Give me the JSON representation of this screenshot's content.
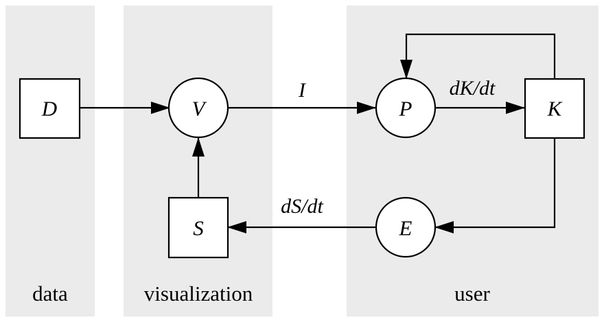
{
  "regions": {
    "data": {
      "label": "data"
    },
    "visualization": {
      "label": "visualization"
    },
    "user": {
      "label": "user"
    }
  },
  "nodes": {
    "D": {
      "label": "D",
      "shape": "square"
    },
    "V": {
      "label": "V",
      "shape": "circle"
    },
    "S": {
      "label": "S",
      "shape": "square"
    },
    "P": {
      "label": "P",
      "shape": "circle"
    },
    "K": {
      "label": "K",
      "shape": "square"
    },
    "E": {
      "label": "E",
      "shape": "circle"
    }
  },
  "edges": {
    "D_to_V": {
      "from": "D",
      "to": "V",
      "label": ""
    },
    "V_to_P": {
      "from": "V",
      "to": "P",
      "label": "I"
    },
    "P_to_K": {
      "from": "P",
      "to": "K",
      "label": "dK/dt"
    },
    "K_to_P": {
      "from": "K",
      "to": "P",
      "label": ""
    },
    "K_to_E": {
      "from": "K",
      "to": "E",
      "label": ""
    },
    "E_to_S": {
      "from": "E",
      "to": "S",
      "label": "dS/dt"
    },
    "S_to_V": {
      "from": "S",
      "to": "V",
      "label": ""
    }
  }
}
